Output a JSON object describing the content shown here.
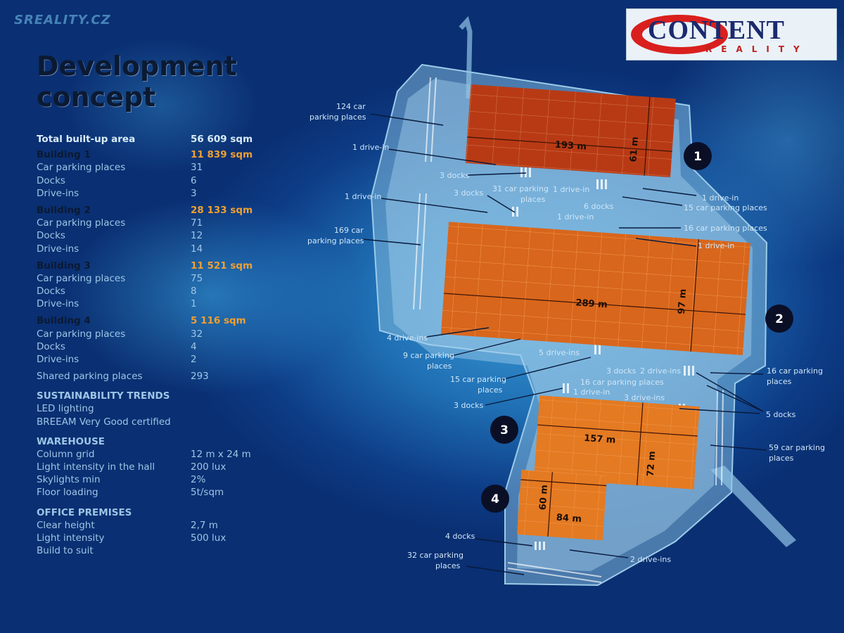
{
  "watermark": "SREALITY.CZ",
  "logo": {
    "main": "CONTENT",
    "sub": "REALITY"
  },
  "title": {
    "line1": "Development",
    "line2": "concept"
  },
  "specs": {
    "total_label": "Total built-up area",
    "total_value": "56 609  sqm",
    "buildings": [
      {
        "name": "Building 1",
        "area": "11 839 sqm",
        "car_label": "Car parking places",
        "car": "31",
        "docks_label": "Docks",
        "docks": "6",
        "drive_label": "Drive-ins",
        "drive": "3"
      },
      {
        "name": "Building 2",
        "area": "28 133 sqm",
        "car_label": "Car parking places",
        "car": "71",
        "docks_label": "Docks",
        "docks": "12",
        "drive_label": "Drive-ins",
        "drive": "14"
      },
      {
        "name": "Building 3",
        "area": "11 521 sqm",
        "car_label": "Car parking places",
        "car": "75",
        "docks_label": "Docks",
        "docks": "8",
        "drive_label": "Drive-ins",
        "drive": "1"
      },
      {
        "name": "Building 4",
        "area": "5 116 sqm",
        "car_label": "Car parking places",
        "car": "32",
        "docks_label": "Docks",
        "docks": "4",
        "drive_label": "Drive-ins",
        "drive": "2"
      }
    ],
    "shared_label": "Shared parking places",
    "shared_value": "293",
    "sustainability": {
      "heading": "SUSTAINABILITY TRENDS",
      "items": [
        "LED lighting",
        "BREEAM Very Good certified"
      ]
    },
    "warehouse": {
      "heading": "WAREHOUSE",
      "rows": [
        {
          "k": "Column grid",
          "v": "12 m x 24 m"
        },
        {
          "k": "Light intensity in the hall",
          "v": "200 lux"
        },
        {
          "k": "Skylights min",
          "v": "2%"
        },
        {
          "k": "Floor loading",
          "v": "5t/sqm"
        }
      ]
    },
    "office": {
      "heading": "OFFICE PREMISES",
      "rows": [
        {
          "k": "Clear height",
          "v": "2,7 m"
        },
        {
          "k": "Light intensity",
          "v": "500 lux"
        },
        {
          "k": "Build to suit",
          "v": ""
        }
      ]
    }
  },
  "plan": {
    "badges": [
      "1",
      "2",
      "3",
      "4"
    ],
    "dimensions": {
      "b1_length": "193 m",
      "b1_width": "61 m",
      "b2_length": "289 m",
      "b2_width": "97 m",
      "b3_length": "157 m",
      "b3_width": "72 m",
      "b4_length": "84 m",
      "b4_width": "60 m"
    },
    "callouts": {
      "p124a": "124 car",
      "p124b": "parking places",
      "di1": "1 drive-in",
      "d3a": "3 docks",
      "p31a": "31 car parking",
      "p31b": "places",
      "di1b": "1 drive-in",
      "di1c": "1 drive-in",
      "p15a": "15 car parking places",
      "d3b": "3 docks",
      "d6": "6 docks",
      "di1d": "1 drive-in",
      "di1e": "1 drive-in",
      "p16a": "16 car parking places",
      "di1f": "1 drive-in",
      "p169a": "169 car",
      "p169b": "parking places",
      "di4": "4 drive-ins",
      "p9a": "9 car parking",
      "p9b": "places",
      "di5": "5 drive-ins",
      "d3c": "3 docks",
      "di2a": "2 drive-ins",
      "p16b_a": "16 car parking",
      "p16b_b": "places",
      "p15b_a": "15 car parking",
      "p15b_b": "places",
      "p16c": "16 car parking places",
      "di1g": "1 drive-in",
      "d3d": "3 docks",
      "di3": "3 drive-ins",
      "d5": "5 docks",
      "p59a": "59 car parking",
      "p59b": "places",
      "d4": "4 docks",
      "p32a": "32 car parking",
      "p32b": "places",
      "di2b": "2 drive-ins"
    }
  }
}
